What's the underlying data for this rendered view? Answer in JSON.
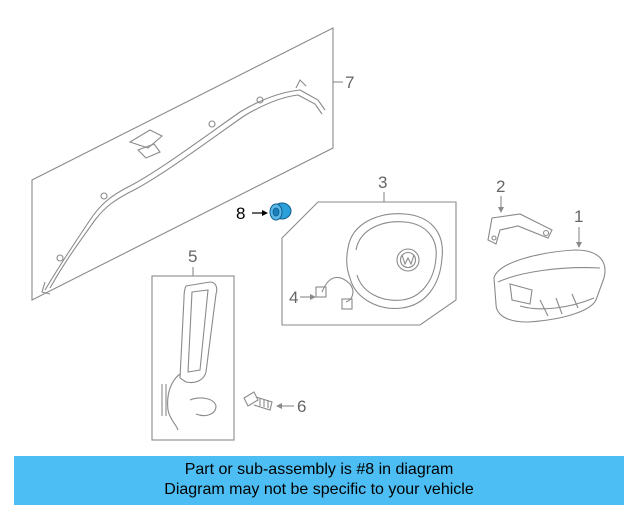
{
  "diagram": {
    "callouts": {
      "c1": "1",
      "c2": "2",
      "c3": "3",
      "c4": "4",
      "c5": "5",
      "c6": "6",
      "c7": "7",
      "c8": "8"
    },
    "highlighted_part": "8",
    "colors": {
      "line": "#8a8a8a",
      "highlight": "#2b9fd9",
      "callout_text": "#666666"
    }
  },
  "banner": {
    "line1": "Part or sub-assembly is #8 in diagram",
    "line2": "Diagram may not be specific to your vehicle",
    "background": "#4dbef4"
  }
}
